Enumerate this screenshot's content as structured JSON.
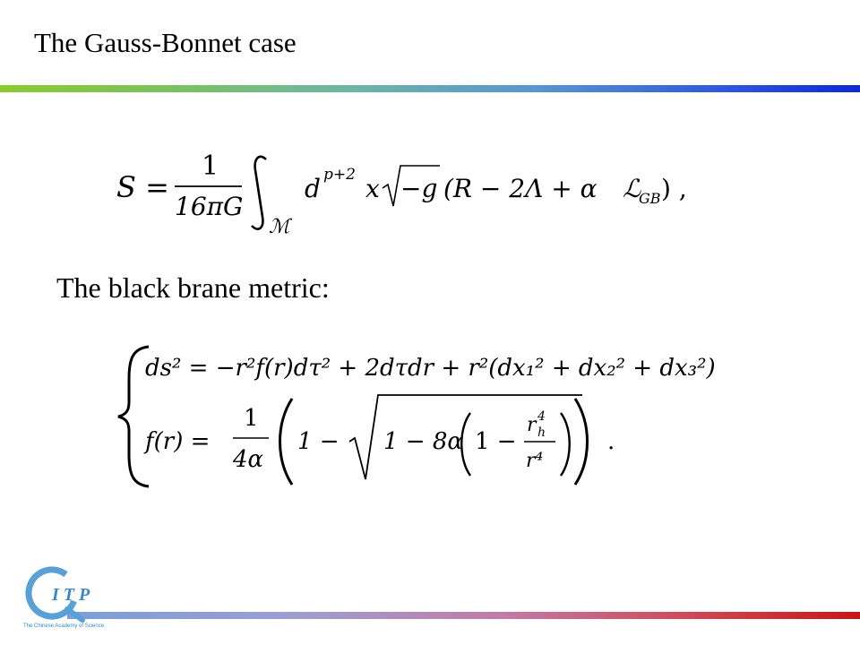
{
  "slide": {
    "title": "The Gauss-Bonnet case",
    "subtitle": "The black brane metric:"
  },
  "action_equation": {
    "lhs": "S =",
    "numerator": "1",
    "denominator": "16πG",
    "integral_domain": "ℳ",
    "integrand": "d",
    "measure_exponent": "p+2",
    "measure_var": "x",
    "sqrt_content": "−g",
    "bracket_content": "(R − 2Λ + α",
    "lagrangian_symbol": "ℒ",
    "lagrangian_sub": "GB",
    "trailing": ") ,"
  },
  "metric_equations": {
    "line1": "ds² = −r²f(r)dτ² + 2dτdr + r²(dx₁² + dx₂² + dx₃²)",
    "line2_lhs": "f(r) =",
    "line2_numer": "1",
    "line2_denom": "4α",
    "inner_one": "1 −",
    "sqrt_inner": "1 − 8α",
    "ratio_numer_base": "r",
    "ratio_numer_sup": "4",
    "ratio_numer_sub": "h",
    "ratio_denom": "r⁴",
    "period": "."
  },
  "logo": {
    "text": "I T P",
    "caption": "The Chinese Academy of Science",
    "ring_color": "#5aa0d8",
    "text_color": "#3a86c8"
  },
  "colors": {
    "top_bar_start": "#8ccb2d",
    "top_bar_end": "#0f28d6",
    "bottom_bar_start": "#7a9fd8",
    "bottom_bar_end": "#c81616"
  }
}
